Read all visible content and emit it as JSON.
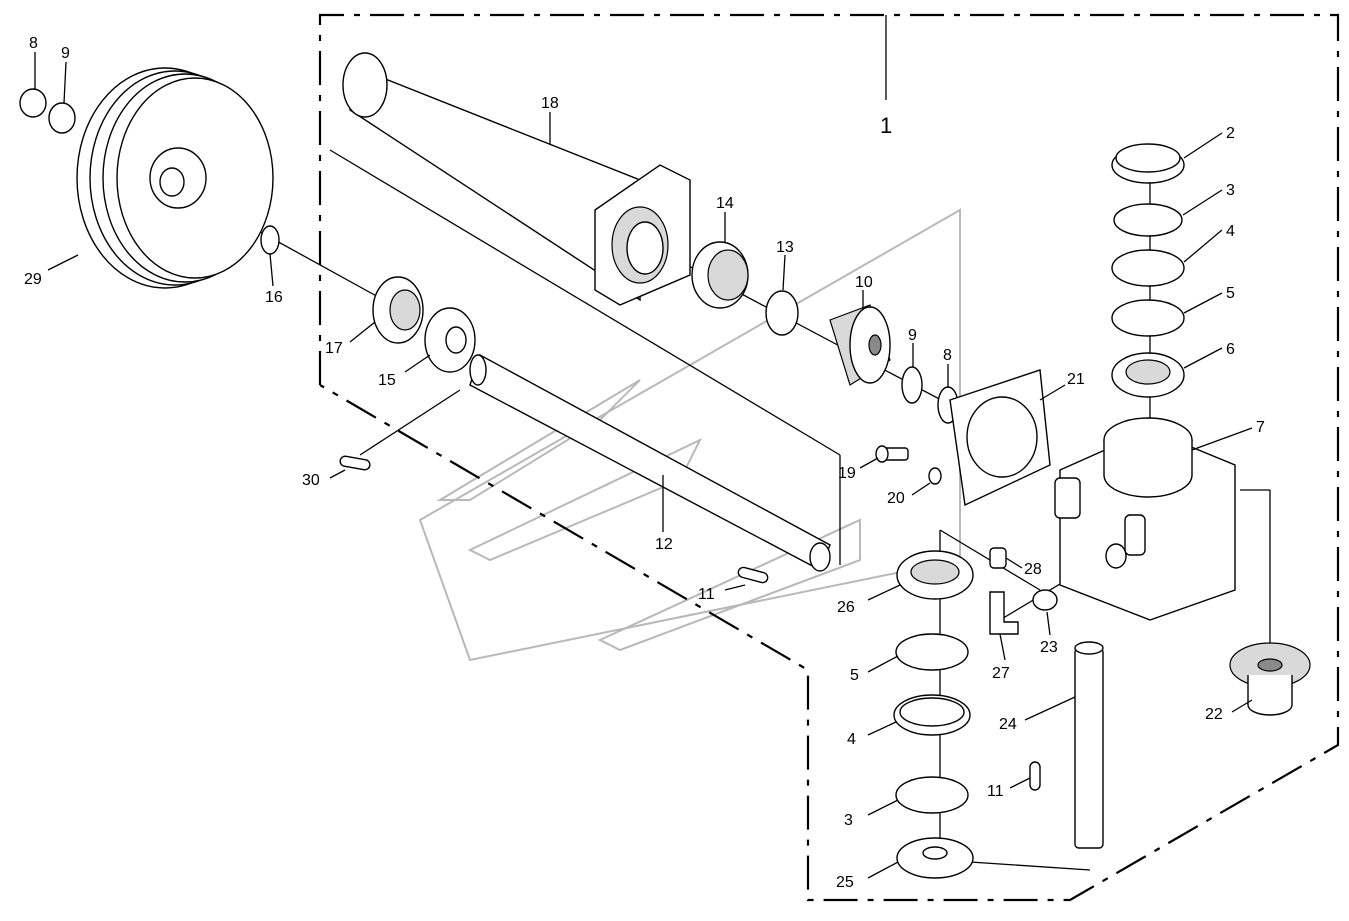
{
  "assembly_label": "1",
  "callouts": [
    {
      "id": "c8a",
      "text": "8"
    },
    {
      "id": "c9a",
      "text": "9"
    },
    {
      "id": "c29",
      "text": "29"
    },
    {
      "id": "c16",
      "text": "16"
    },
    {
      "id": "c18",
      "text": "18"
    },
    {
      "id": "c14",
      "text": "14"
    },
    {
      "id": "c13",
      "text": "13"
    },
    {
      "id": "c10",
      "text": "10"
    },
    {
      "id": "c9b",
      "text": "9"
    },
    {
      "id": "c8b",
      "text": "8"
    },
    {
      "id": "c17",
      "text": "17"
    },
    {
      "id": "c15",
      "text": "15"
    },
    {
      "id": "c30",
      "text": "30"
    },
    {
      "id": "c12",
      "text": "12"
    },
    {
      "id": "c11a",
      "text": "11"
    },
    {
      "id": "c19",
      "text": "19"
    },
    {
      "id": "c20",
      "text": "20"
    },
    {
      "id": "c21",
      "text": "21"
    },
    {
      "id": "c2",
      "text": "2"
    },
    {
      "id": "c3a",
      "text": "3"
    },
    {
      "id": "c4a",
      "text": "4"
    },
    {
      "id": "c5a",
      "text": "5"
    },
    {
      "id": "c6",
      "text": "6"
    },
    {
      "id": "c7",
      "text": "7"
    },
    {
      "id": "c26",
      "text": "26"
    },
    {
      "id": "c28",
      "text": "28"
    },
    {
      "id": "c27",
      "text": "27"
    },
    {
      "id": "c23",
      "text": "23"
    },
    {
      "id": "c5b",
      "text": "5"
    },
    {
      "id": "c4b",
      "text": "4"
    },
    {
      "id": "c3b",
      "text": "3"
    },
    {
      "id": "c25",
      "text": "25"
    },
    {
      "id": "c24",
      "text": "24"
    },
    {
      "id": "c11b",
      "text": "11"
    },
    {
      "id": "c22",
      "text": "22"
    }
  ]
}
